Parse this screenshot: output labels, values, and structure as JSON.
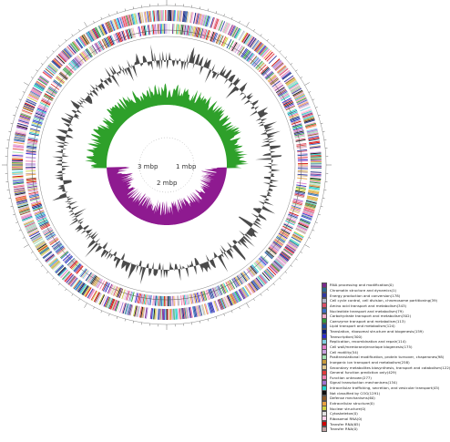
{
  "scale_labels": [
    "1 mbp",
    "2 mbp",
    "3 mbp"
  ],
  "legend": [
    {
      "label": "RNA processing and modification(0)",
      "color": "#7b2a8e"
    },
    {
      "label": "Chromatin structure and dynamics(1)",
      "color": "#2b6a8f"
    },
    {
      "label": "Energy production and conversion(178)",
      "color": "#3038a3"
    },
    {
      "label": "Cell cycle control, cell division, chromosome partitioning(39)",
      "color": "#b0b3c8"
    },
    {
      "label": "Amino acid transport and metabolism(343)",
      "color": "#d94f6a"
    },
    {
      "label": "Nucleotide transport and metabolism(79)",
      "color": "#3a6ec4"
    },
    {
      "label": "Carbohydrate transport and metabolism(302)",
      "color": "#f0a8c8"
    },
    {
      "label": "Coenzyme transport and metabolism(113)",
      "color": "#2f9a3c"
    },
    {
      "label": "Lipid transport and metabolism(124)",
      "color": "#1a4a9e"
    },
    {
      "label": "Translation, ribosomal structure and biogenesis(159)",
      "color": "#0a1a7a"
    },
    {
      "label": "Transcription(300)",
      "color": "#2b2bd0"
    },
    {
      "label": "Replication, recombination and repair(114)",
      "color": "#7ed0e0"
    },
    {
      "label": "Cell wall/membrane/envelope biogenesis(175)",
      "color": "#e07ec8"
    },
    {
      "label": "Cell motility(54)",
      "color": "#c8a0e0"
    },
    {
      "label": "Posttranslational modification, protein turnover, chaperones(98)",
      "color": "#a0e0b0"
    },
    {
      "label": "Inorganic ion transport and metabolism(258)",
      "color": "#c89a3a"
    },
    {
      "label": "Secondary metabolites biosynthesis, transport and catabolism(122)",
      "color": "#e0c890"
    },
    {
      "label": "General function prediction only(429)",
      "color": "#e03a3a"
    },
    {
      "label": "Function unknown(277)",
      "color": "#f080b0"
    },
    {
      "label": "Signal transduction mechanisms(134)",
      "color": "#a070d0"
    },
    {
      "label": "Intracellular trafficking, secretion, and vesicular transport(45)",
      "color": "#20d0c8"
    },
    {
      "label": "Not classified by COG(1291)",
      "color": "#111111"
    },
    {
      "label": "Defense mechanisms(60)",
      "color": "#8a5a2a"
    },
    {
      "label": "Extracellular structure(0)",
      "color": "#e8a040"
    },
    {
      "label": "Nuclear structure(0)",
      "color": "#d0d040"
    },
    {
      "label": "Cytoskeleton(0)",
      "color": "#e0e0e0"
    },
    {
      "label": "Ribosomal RNA(0)",
      "color": "#ffd0e8"
    },
    {
      "label": "Transfer RNA(65)",
      "color": "#d00000"
    },
    {
      "label": "Transfer RNA(0)",
      "color": "#c0a0a0"
    }
  ],
  "colors": {
    "gc_content": "#4a4a4a",
    "gc_skew_positive": "#2ea02a",
    "gc_skew_negative": "#8e1a90"
  }
}
